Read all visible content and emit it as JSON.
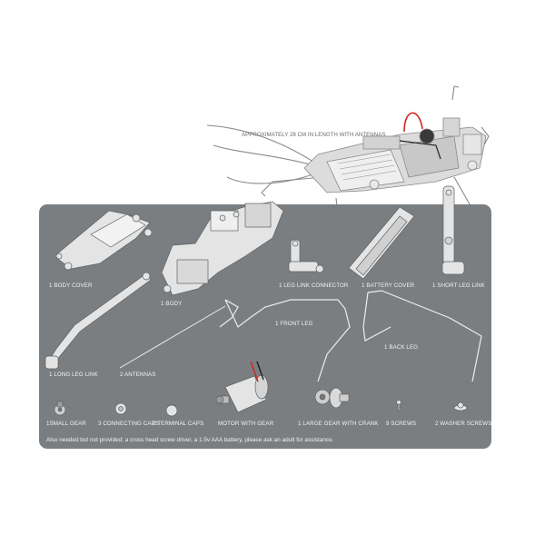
{
  "headline": "APPROXIMATELY 28 CM IN LENGTH WITH ANTENNAS",
  "parts": [
    {
      "id": "body-cover",
      "label": "1 BODY COVER"
    },
    {
      "id": "body",
      "label": "1 BODY"
    },
    {
      "id": "leg-link-connector",
      "label": "1 LEG LINK CONNECTOR"
    },
    {
      "id": "battery-cover",
      "label": "1 BATTERY COVER"
    },
    {
      "id": "short-leg-link",
      "label": "1 SHORT LEG LINK"
    },
    {
      "id": "front-leg",
      "label": "1 FRONT LEG"
    },
    {
      "id": "back-leg",
      "label": "1 BACK LEG"
    },
    {
      "id": "long-leg-link",
      "label": "1 LONG LEG LINK"
    },
    {
      "id": "antennas",
      "label": "2 ANTENNAS"
    },
    {
      "id": "small-gear",
      "label": "1SMALL GEAR"
    },
    {
      "id": "connecting-caps",
      "label": "3 CONNECTING CAPS"
    },
    {
      "id": "terminal-caps",
      "label": "2 TERMINAL CAPS"
    },
    {
      "id": "motor-with-gear",
      "label": "MOTOR WITH GEAR"
    },
    {
      "id": "large-gear-with-crank",
      "label": "1 LARGE GEAR WITH CRANK"
    },
    {
      "id": "screws",
      "label": "9 SCREWS"
    },
    {
      "id": "washer-screws",
      "label": "2 WASHER SCREWS"
    }
  ],
  "footnote": "Also needed but not provided: a cross head screw driver, a 1.5v AAA battery, please ask an adult for assistance.",
  "colors": {
    "panel": "#7b7e81",
    "part": "#e4e4e4",
    "wire": "#ececec",
    "motor_wire_red": "#cc2a1e"
  }
}
